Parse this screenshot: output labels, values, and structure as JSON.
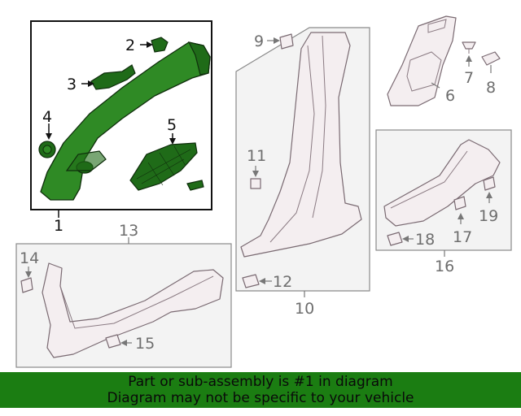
{
  "callouts": {
    "c1": "1",
    "c2": "2",
    "c3": "3",
    "c4": "4",
    "c5": "5",
    "c6": "6",
    "c7": "7",
    "c8": "8",
    "c9": "9",
    "c10": "10",
    "c11": "11",
    "c12": "12",
    "c13": "13",
    "c14": "14",
    "c15": "15",
    "c16": "16",
    "c17": "17",
    "c18": "18",
    "c19": "19"
  },
  "banner": {
    "line1": "Part or sub-assembly is #1 in diagram",
    "line2": "Diagram may not be specific to your vehicle"
  },
  "colors": {
    "highlight": "#2f8a25",
    "banner": "#1b7d12",
    "part_fill": "#f4eef0"
  }
}
